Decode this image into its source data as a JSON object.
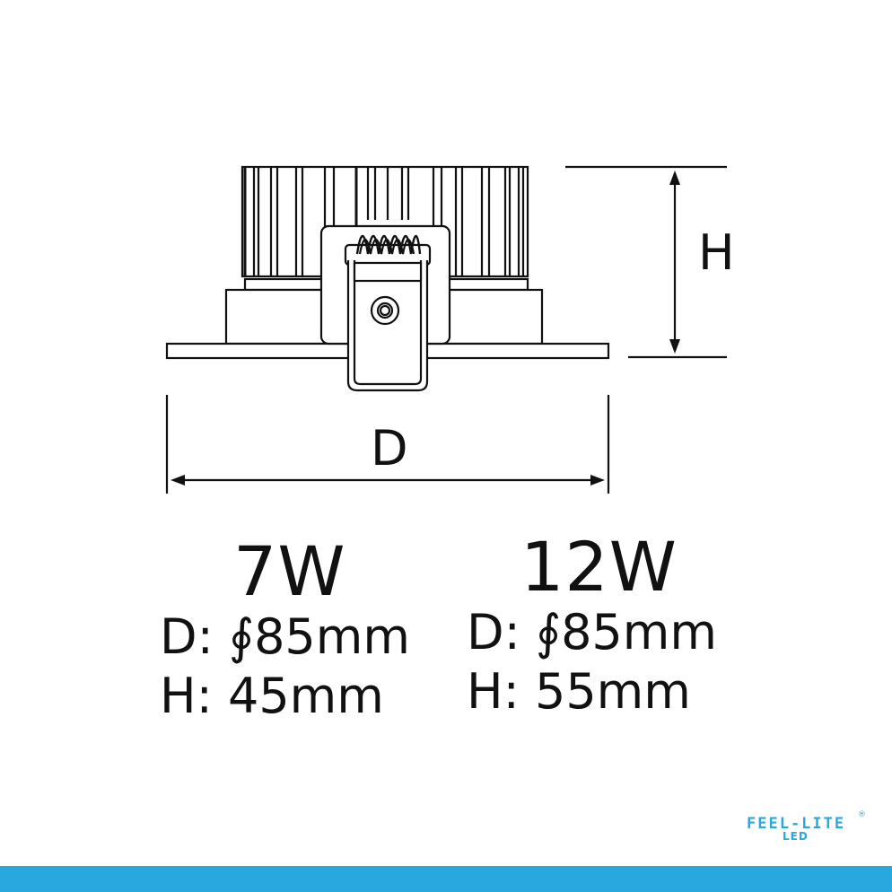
{
  "diagram": {
    "dimension_labels": {
      "height": "H",
      "diameter": "D"
    }
  },
  "specs": [
    {
      "wattage": "7W",
      "diameter": "D: ∮85mm",
      "height": "H: 45mm"
    },
    {
      "wattage": "12W",
      "diameter": "D: ∮85mm",
      "height": "H: 55mm"
    }
  ],
  "logo": {
    "brand": "FEEL-LITE",
    "sub": "LED",
    "registered": "®"
  },
  "colors": {
    "accent": "#29a8e0",
    "ink": "#111111"
  }
}
